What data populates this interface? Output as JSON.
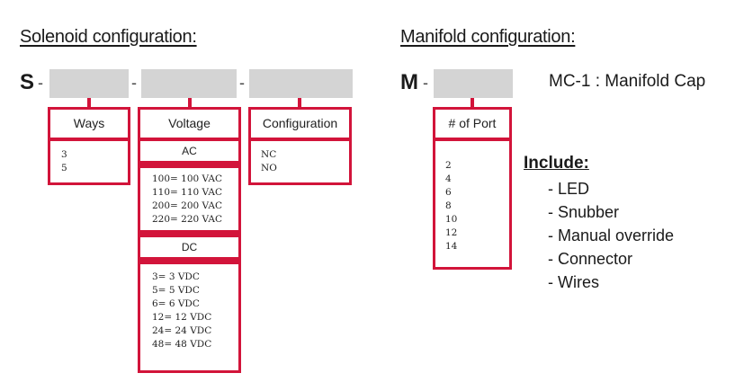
{
  "solenoid": {
    "heading": "Solenoid configuration:",
    "prefix": "S",
    "dash": "-",
    "ways": {
      "header": "Ways",
      "options": [
        "3",
        "5"
      ]
    },
    "voltage": {
      "header": "Voltage",
      "ac_label": "AC",
      "ac_options": [
        "100= 100 VAC",
        "110= 110 VAC",
        "200= 200 VAC",
        "220= 220 VAC"
      ],
      "dc_label": "DC",
      "dc_options": [
        "3= 3 VDC",
        "5= 5 VDC",
        "6= 6 VDC",
        "12= 12 VDC",
        "24= 24 VDC",
        "48= 48 VDC"
      ]
    },
    "configuration": {
      "header": "Configuration",
      "options": [
        "NC",
        "NO"
      ]
    }
  },
  "manifold": {
    "heading": "Manifold configuration:",
    "prefix": "M",
    "dash": "-",
    "ports": {
      "header": "# of Port",
      "options": [
        "2",
        "4",
        "6",
        "8",
        "10",
        "12",
        "14"
      ]
    },
    "cap": "MC-1 : Manifold Cap"
  },
  "include": {
    "title": "Include:",
    "items": [
      "- LED",
      "- Snubber",
      "- Manual override",
      "- Connector",
      "- Wires"
    ]
  },
  "colors": {
    "accent": "#d2143a",
    "slot": "#d4d4d4"
  }
}
